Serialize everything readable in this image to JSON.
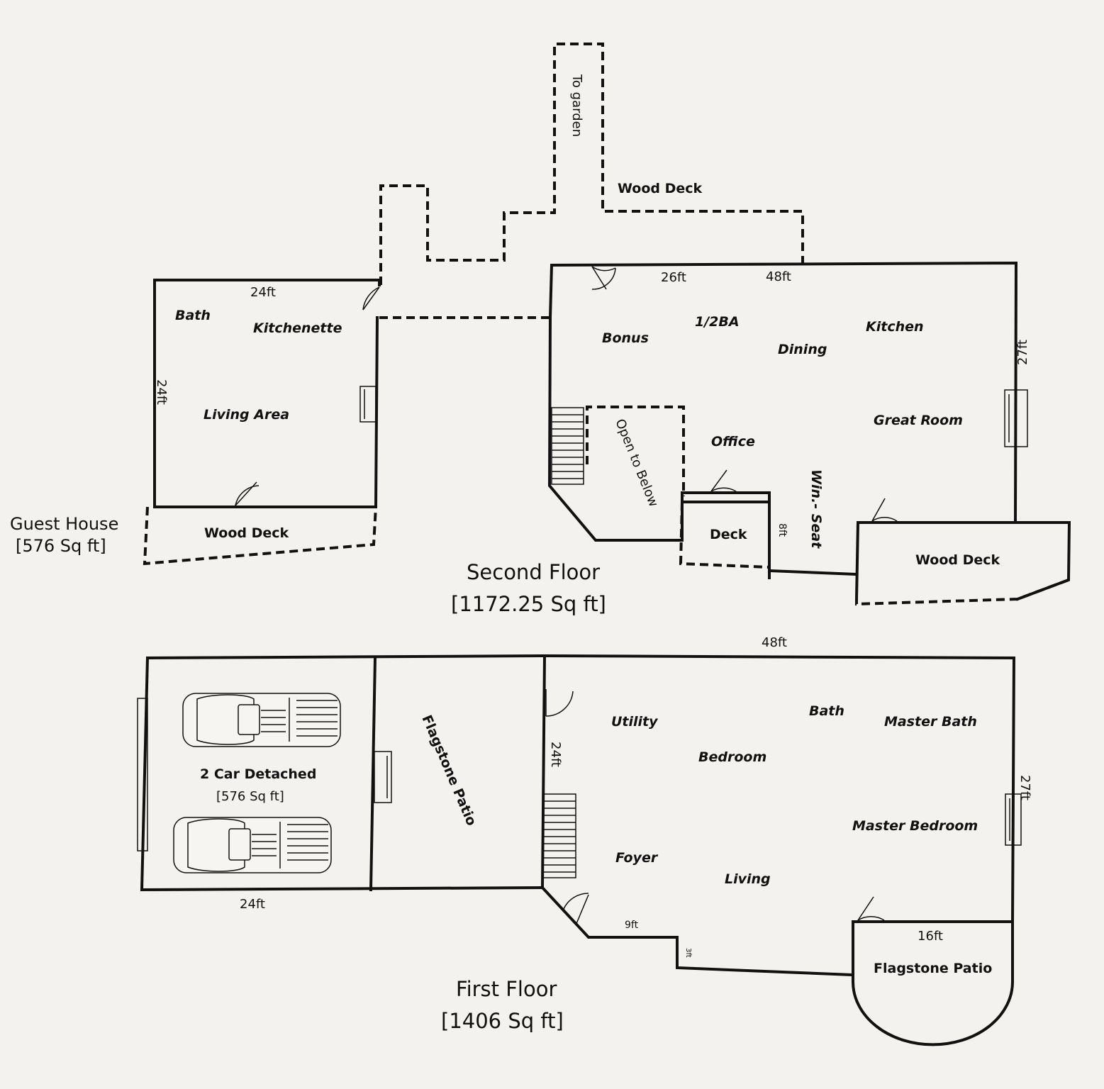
{
  "guest_house": {
    "title": "Guest House",
    "area": "[576 Sq ft]",
    "dim_top": "24ft",
    "dim_left": "24ft",
    "rooms": {
      "bath": "Bath",
      "kitchenette": "Kitchenette",
      "living_area": "Living Area"
    },
    "deck": "Wood Deck"
  },
  "second_floor": {
    "title": "Second Floor",
    "area": "[1172.25 Sq ft]",
    "dim_top_1": "26ft",
    "dim_top_2": "48ft",
    "dim_right": "27ft",
    "dim_deck": "8ft",
    "rooms": {
      "bonus": "Bonus",
      "half_bath": "1/2BA",
      "dining": "Dining",
      "kitchen": "Kitchen",
      "great_room": "Great Room",
      "office": "Office",
      "open_to_below": "Open to Below",
      "win_seat": "Win.- Seat"
    },
    "deck_small": "Deck",
    "deck_right": "Wood Deck",
    "deck_top": "Wood Deck",
    "to_garden": "To garden"
  },
  "first_floor": {
    "title": "First Floor",
    "area": "[1406 Sq ft]",
    "dim_top": "48ft",
    "dim_right": "27ft",
    "dim_left": "24ft",
    "dim_bottom_1": "9ft",
    "dim_bottom_2": "3ft",
    "dim_patio": "16ft",
    "rooms": {
      "utility": "Utility",
      "bath": "Bath",
      "master_bath": "Master Bath",
      "bedroom": "Bedroom",
      "master_bedroom": "Master Bedroom",
      "foyer": "Foyer",
      "living": "Living"
    },
    "patio_left": "Flagstone Patio",
    "patio_right": "Flagstone Patio"
  },
  "garage": {
    "title": "2 Car Detached",
    "area": "[576 Sq ft]",
    "dim_bottom": "24ft"
  }
}
